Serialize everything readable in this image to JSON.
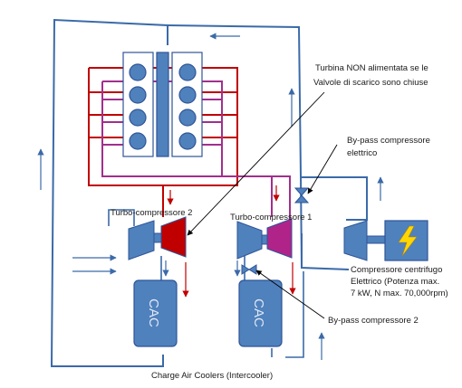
{
  "labels": {
    "turbine_not_fed": [
      "Turbina NON alimentata se le",
      "Valvole di scarico sono chiuse"
    ],
    "bypass_electric": [
      "By-pass compressore",
      "elettrico"
    ],
    "turbo_2": "Turbo-compressore 2",
    "turbo_1": "Turbo-compressore 1",
    "electric_compressor": [
      "Compressore centrifugo",
      "Elettrico (Potenza max.",
      "7 kW, N  max. 70,000rpm)"
    ],
    "bypass_2": "By-pass compressore 2",
    "cac_left": "CAC",
    "cac_right": "CAC",
    "charge_air_coolers": "Charge Air Coolers (Intercooler)"
  },
  "colors": {
    "blue_duct": "#3b6aa8",
    "component_blue": "#4f81bd",
    "component_border": "#2f5597",
    "exhaust_red": "#c00000",
    "exhaust_purple": "#a0308c",
    "turbine_2_fill": "#c00000",
    "turbine_1_fill": "#b0248a",
    "motor_box_fill": "#4f81bd",
    "lightning": "#ffd700",
    "annotation_line": "#000000"
  },
  "icons": {
    "motor": "lightning-bolt-icon",
    "valve": "bow-tie-valve-icon"
  }
}
